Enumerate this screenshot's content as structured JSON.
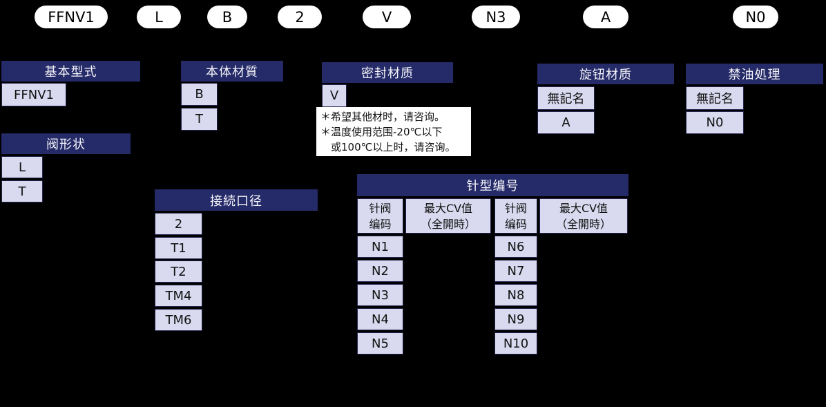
{
  "pills": [
    "FFNV1",
    "L",
    "B",
    "2",
    "V",
    "N3",
    "A",
    "N0"
  ],
  "sections": {
    "basic_type": {
      "title": "基本型式",
      "options": [
        "FFNV1"
      ]
    },
    "valve_shape": {
      "title": "阀形状",
      "options": [
        "L",
        "T"
      ]
    },
    "body_material": {
      "title": "本体材質",
      "options": [
        "B",
        "T"
      ]
    },
    "seal_material": {
      "title": "密封材质",
      "options": [
        "V"
      ],
      "notes": [
        "＊希望其他材时，请咨询。",
        "＊温度使用范围-20℃以下",
        "　或100℃以上时，请咨询。"
      ]
    },
    "connection_size": {
      "title": "接続口径",
      "options": [
        "2",
        "T1",
        "T2",
        "TM4",
        "TM6"
      ]
    },
    "needle_number": {
      "title": "针型编号",
      "columns": [
        {
          "line1": "针阀",
          "line2": "编码"
        },
        {
          "line1": "最大CV值",
          "line2": "（全開時）"
        },
        {
          "line1": "针阀",
          "line2": "编码"
        },
        {
          "line1": "最大CV值",
          "line2": "（全開時）"
        }
      ],
      "codes_left": [
        "N1",
        "N2",
        "N3",
        "N4",
        "N5"
      ],
      "codes_right": [
        "N6",
        "N7",
        "N8",
        "N9",
        "N10"
      ]
    },
    "knob_material": {
      "title": "旋钮材质",
      "options": [
        "無記名",
        "A"
      ]
    },
    "oil_free_treatment": {
      "title": "禁油処理",
      "options": [
        "無記名",
        "N0"
      ]
    }
  },
  "colors": {
    "background": "#000000",
    "header_bg": "#252a68",
    "header_text": "#f4f4f8",
    "cell_bg": "#d9d9ef",
    "cell_text": "#111111",
    "pill_bg": "#ffffff",
    "pill_text": "#000000",
    "note_bg": "#ffffff",
    "note_text": "#111111"
  }
}
